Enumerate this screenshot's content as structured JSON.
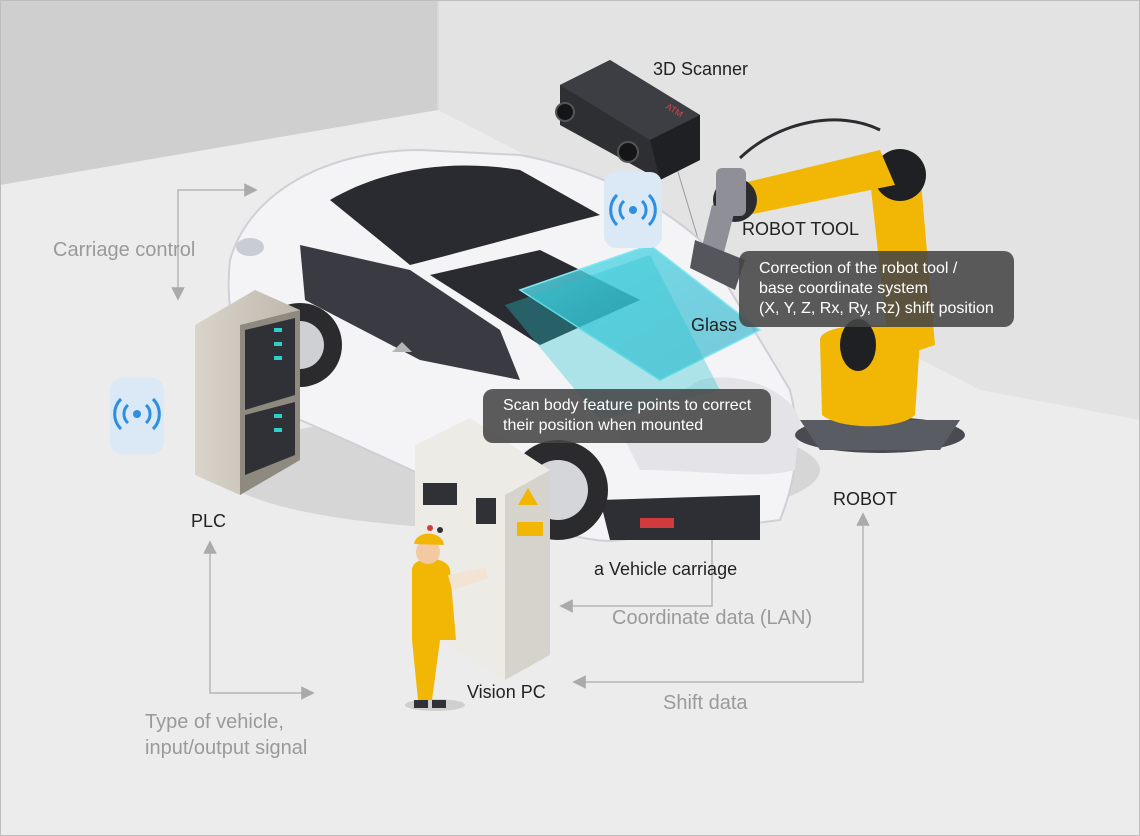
{
  "labels": {
    "scanner": "3D Scanner",
    "robot_tool": "ROBOT TOOL",
    "glass": "Glass",
    "robot": "ROBOT",
    "plc": "PLC",
    "vehicle_carriage": "a Vehicle carriage",
    "vision_pc": "Vision PC",
    "scanner_brand": "ATM"
  },
  "flows": {
    "carriage_control": "Carriage control",
    "coordinate_data": "Coordinate data (LAN)",
    "shift_data": "Shift data",
    "type_of_vehicle_1": "Type of vehicle,",
    "type_of_vehicle_2": "input/output signal"
  },
  "callouts": {
    "correction": [
      "Correction of the robot tool /",
      "base coordinate system",
      "(X, Y, Z, Rx, Ry, Rz) shift position"
    ],
    "scan": [
      "Scan body feature points to correct",
      "their position when mounted"
    ]
  },
  "icons": [
    "wireless-signal-icon",
    "wireless-signal-icon"
  ],
  "colors": {
    "background": "#ececec",
    "robot_yellow": "#f2b705",
    "signal_blue": "#2d8fe0",
    "glass_cyan": "#2fc8d8",
    "callout_bg": "#464646"
  }
}
